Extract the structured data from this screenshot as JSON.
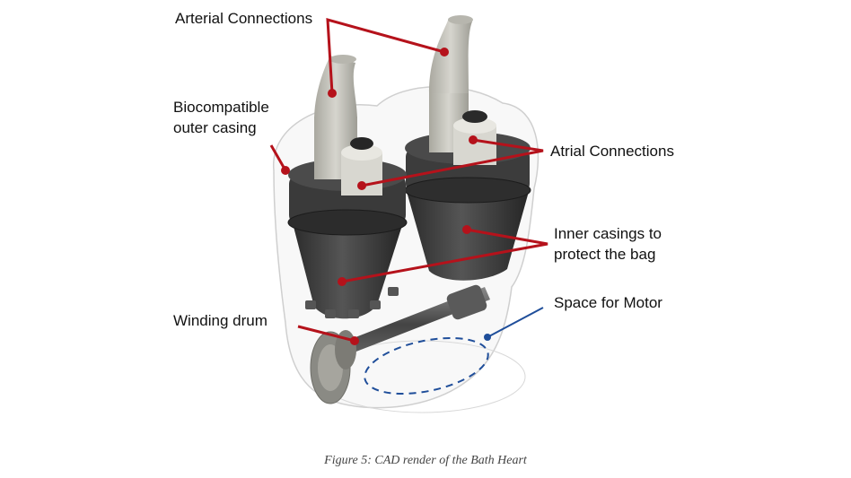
{
  "figure": {
    "caption": "Figure 5: CAD render of the Bath Heart",
    "colors": {
      "leader_red": "#b5121b",
      "leader_blue": "#1f4e9a",
      "casing_dark": "#3a3a3a",
      "tube_gray": "#c9c8c0",
      "shell_outline": "#cfcfcf"
    }
  },
  "labels": {
    "arterial": "Arterial Connections",
    "biocompatible_line1": "Biocompatible",
    "biocompatible_line2": "outer casing",
    "atrial": "Atrial Connections",
    "inner_line1": "Inner casings to",
    "inner_line2": "protect the bag",
    "motor": "Space for Motor",
    "winding": "Winding drum"
  }
}
